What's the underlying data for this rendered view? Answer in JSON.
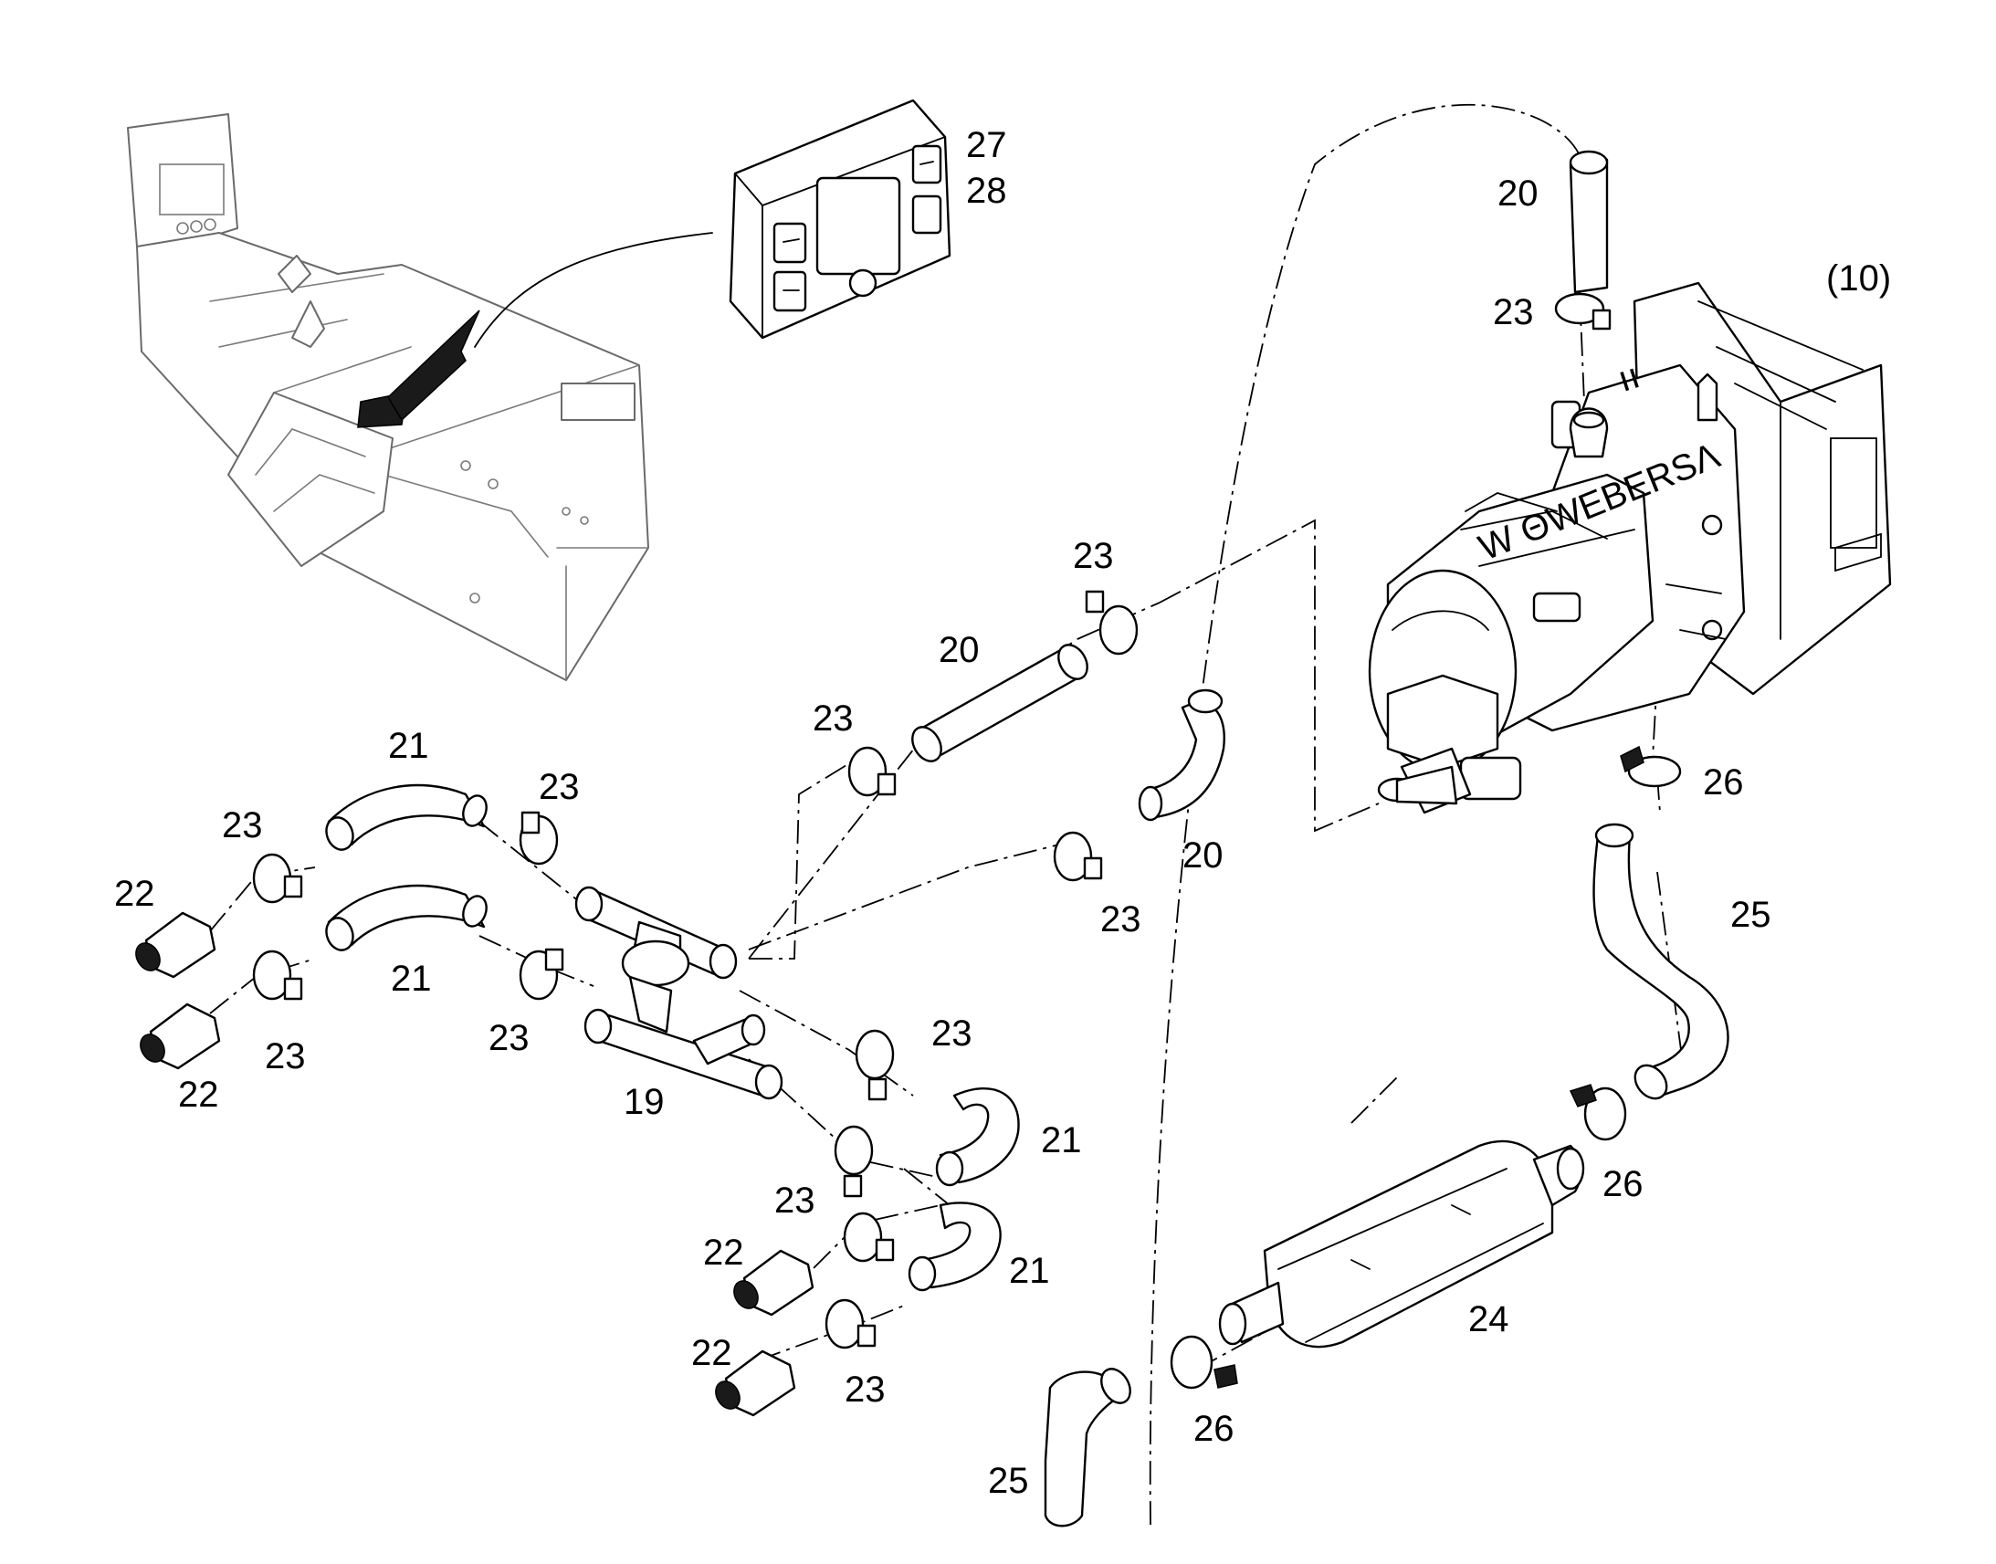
{
  "callouts": {
    "c19": "19",
    "c20a": "20",
    "c20b": "20",
    "c20c": "20",
    "c21a": "21",
    "c21b": "21",
    "c21c": "21",
    "c21d": "21",
    "c22a": "22",
    "c22b": "22",
    "c22c": "22",
    "c22d": "22",
    "c23a": "23",
    "c23b": "23",
    "c23c": "23",
    "c23d": "23",
    "c23e": "23",
    "c23f": "23",
    "c23g": "23",
    "c23h": "23",
    "c23i": "23",
    "c23j": "23",
    "c23k": "23",
    "c24": "24",
    "c25a": "25",
    "c25b": "25",
    "c26a": "26",
    "c26b": "26",
    "c26c": "26",
    "c27": "27",
    "c28": "28",
    "c10": "(10)"
  },
  "heater_marking": "ıı",
  "heater_brand": "W ΘWEBERSΛ"
}
